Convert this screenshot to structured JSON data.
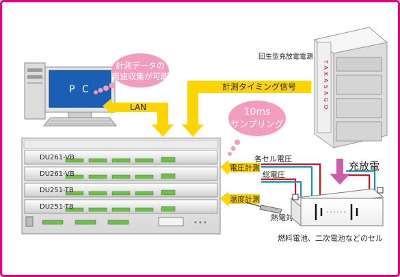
{
  "labels": {
    "pc": "P C",
    "pc_bubble_line1": "計測データの",
    "pc_bubble_line2": "高速収集が可能",
    "lan": "LAN",
    "timing_signal": "計測タイミング信号",
    "sampling_line1": "10ms",
    "sampling_line2": "サンプリング",
    "power_source": "回生型充放電電源",
    "brand": "TAKASAGO",
    "module_1": "DU261-VB",
    "module_2": "DU261-VB",
    "module_3": "DU251-TB",
    "module_4": "DU251-TB",
    "voltage_measure": "電圧計測",
    "temperature_measure": "温度計測",
    "cell_voltage": "各セル電圧",
    "total_voltage": "総電圧",
    "charge_discharge": "充放電",
    "thermocouple": "熱電対",
    "cell_caption": "燃料電池、二次電池などのセル"
  },
  "colors": {
    "frame": "#e6007e",
    "arrow_yellow": "#ffd400",
    "bubble_pink": "#f29dbe",
    "wire_red": "#e60012",
    "wire_blue": "#0096d6",
    "charge_arrow": "#c85fa8"
  }
}
